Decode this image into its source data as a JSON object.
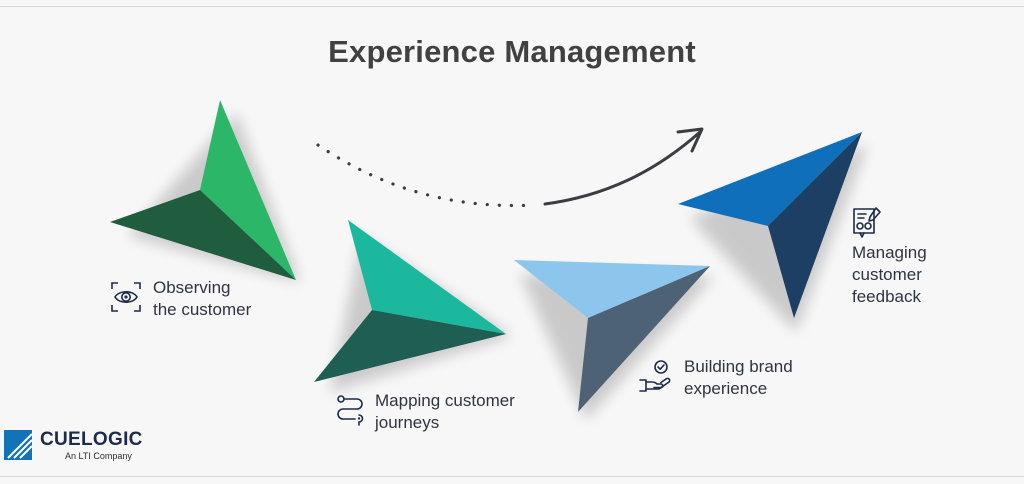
{
  "title": "Experience Management",
  "steps": [
    {
      "line1": "Observing",
      "line2": "the customer",
      "icon": "eye-scan-icon"
    },
    {
      "line1": "Mapping customer",
      "line2": "journeys",
      "icon": "route-map-icon"
    },
    {
      "line1": "Building brand",
      "line2": "experience",
      "icon": "hand-badge-icon"
    },
    {
      "line1": "Managing",
      "line2": "customer",
      "line3": "feedback",
      "icon": "feedback-form-icon"
    }
  ],
  "brand": {
    "name": "CUELOGIC",
    "tagline": "An LTI Company"
  },
  "colors": {
    "green_light": "#2cb668",
    "green_dark": "#205c3e",
    "teal_light": "#1cb89e",
    "teal_dark": "#1f5e53",
    "sky_light": "#8cc6ec",
    "slate_dark": "#4e6276",
    "blue_light": "#0f6fba",
    "navy_dark": "#1c3f63",
    "text": "#2e3440",
    "title": "#414141",
    "brand": "#1c2b4a"
  }
}
